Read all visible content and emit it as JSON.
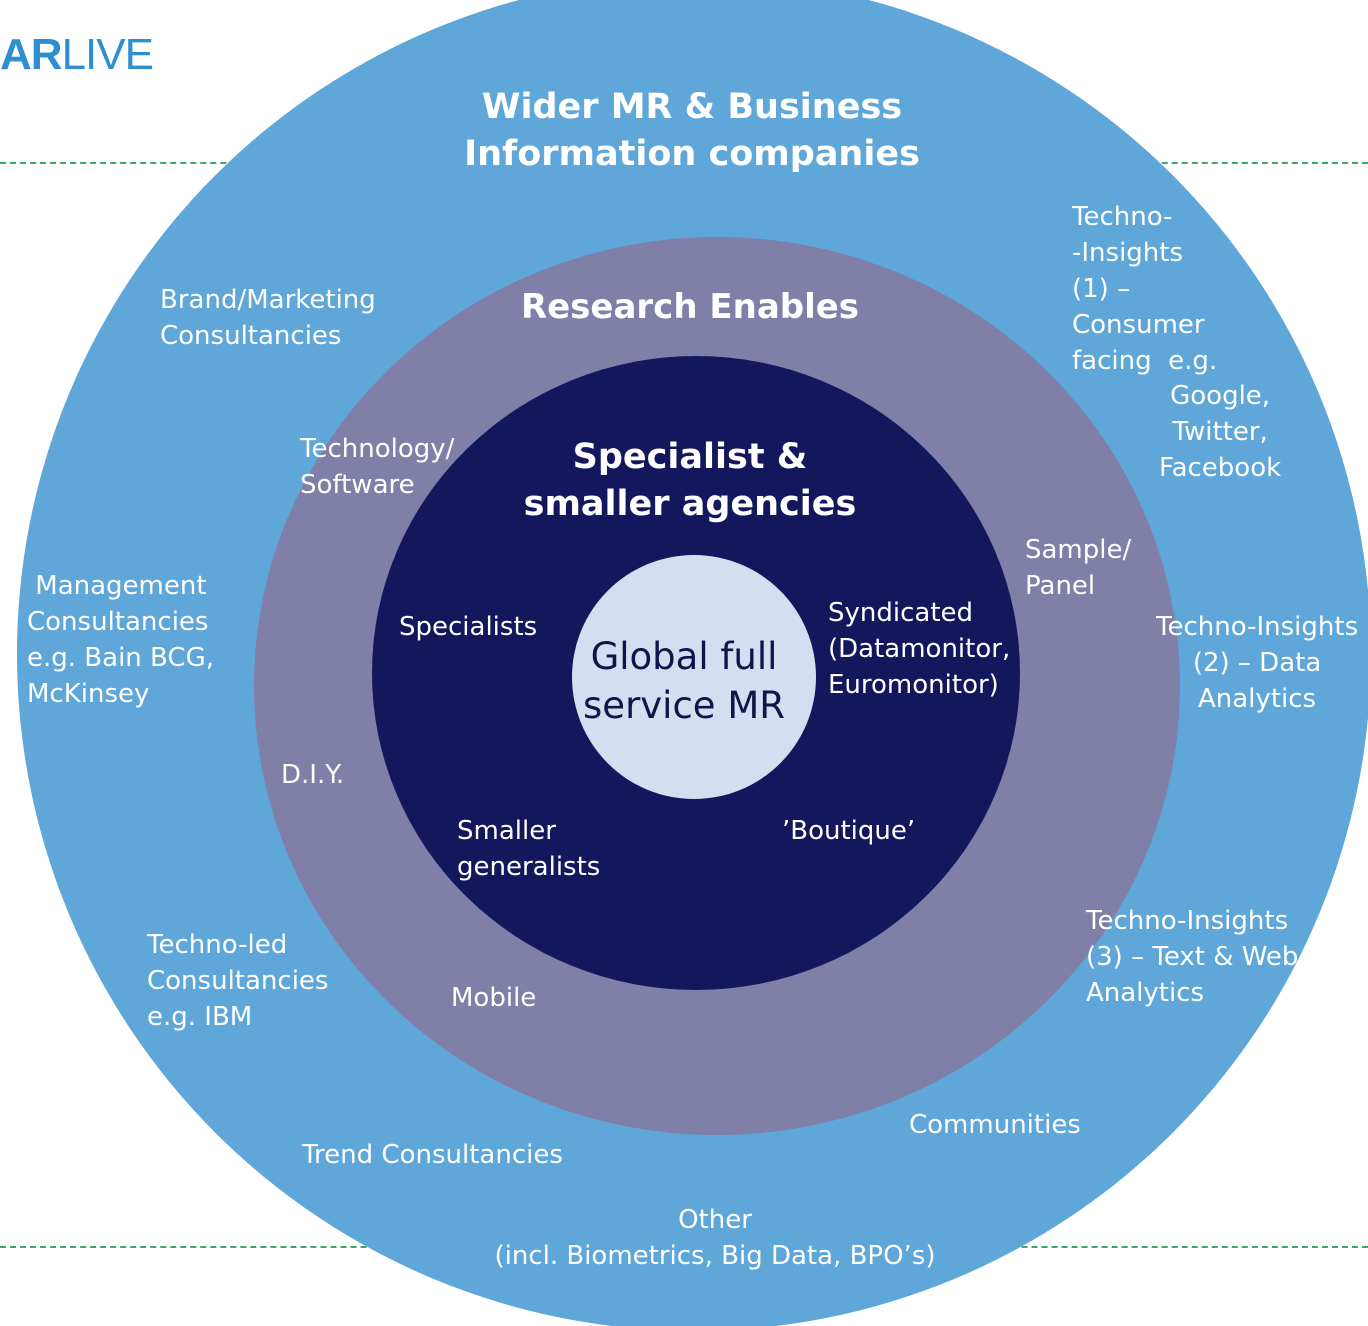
{
  "logo": {
    "bold": "AR",
    "light": "LIVE"
  },
  "colors": {
    "outer_ring": "#5fa6d9",
    "middle_ring": "#7f7fa8",
    "inner_ring": "#13175c",
    "core": "#d2dff0",
    "dashed_line": "#3aa86a"
  },
  "rings": {
    "outer": {
      "title": "Wider MR & Business\nInformation companies",
      "labels": {
        "brand_marketing": "Brand/Marketing\nConsultancies",
        "management": " Management\nConsultancies\ne.g. Bain BCG,\nMcKinsey",
        "techno_led": "Techno-led\nConsultancies\ne.g. IBM",
        "trend": "Trend Consultancies",
        "other": "Other\n(incl. Biometrics, Big Data, BPO’s)",
        "communities": "Communities",
        "techno_insights_3": "Techno-Insights\n(3) – Text & Web\nAnalytics",
        "techno_insights_2": "Techno-Insights\n(2) – Data\nAnalytics",
        "techno_insights_1": "Techno-\n-Insights\n(1) –\nConsumer\nfacing  e.g.",
        "techno_insights_1_examples": "Google,\nTwitter,\nFacebook"
      }
    },
    "middle": {
      "title": "Research Enables",
      "labels": {
        "technology": "Technology/\nSoftware",
        "sample_panel": "Sample/\nPanel",
        "diy": "D.I.Y.",
        "mobile": "Mobile"
      }
    },
    "inner": {
      "title": "Specialist &\nsmaller agencies",
      "labels": {
        "specialists": "Specialists",
        "syndicated": "Syndicated\n(Datamonitor,\nEuromonitor)",
        "smaller_generalists": "Smaller\ngeneralists",
        "boutique": "’Boutique’"
      }
    },
    "core": {
      "title": "Global full\nservice MR"
    }
  }
}
